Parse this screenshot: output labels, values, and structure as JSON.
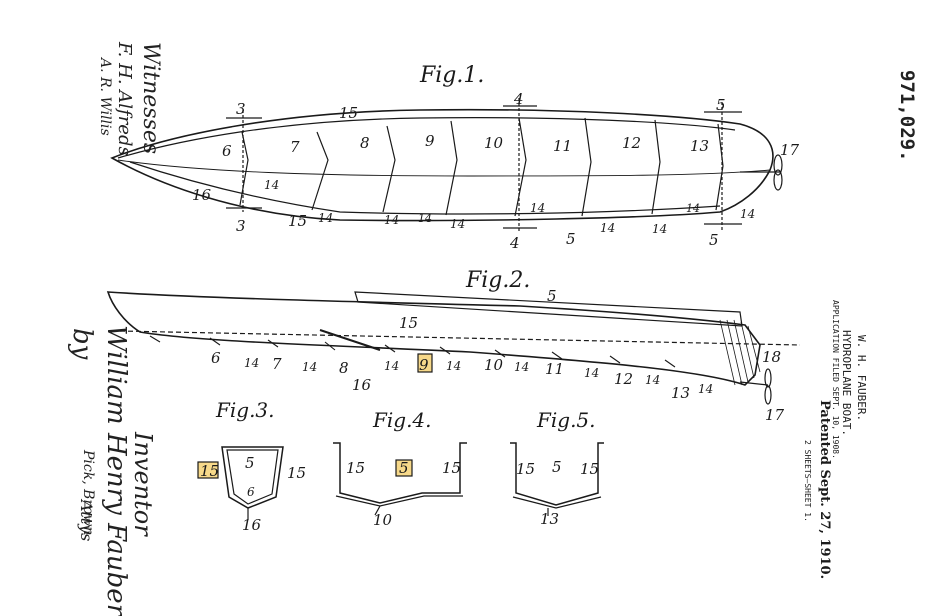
{
  "header": {
    "patent_number": "971,029.",
    "inventor_name": "W. H. FAUBER.",
    "title": "HYDROPLANE BOAT.",
    "application": "APPLICATION FILED SEPT. 10, 1908.",
    "patented": "Patented Sept. 27, 1910.",
    "sheets": "2 SHEETS—SHEET 1."
  },
  "signatures": {
    "witnesses_label": "Witnesses",
    "witness_1": "F. H. Alfreds",
    "witness_2": "A. R. Willis",
    "inventor_label": "Inventor",
    "inventor_signature": "William Henry Fauber",
    "by": "by",
    "attorney": "Pick, Brown",
    "attys": "Attys"
  },
  "fig1": {
    "title": "Fig.1.",
    "labels": [
      "3",
      "15",
      "4",
      "5",
      "17",
      "6",
      "7",
      "8",
      "9",
      "10",
      "11",
      "12",
      "13",
      "16",
      "14",
      "14",
      "3",
      "15",
      "14",
      "14",
      "14",
      "14",
      "4",
      "5",
      "14",
      "14",
      "5",
      "14",
      "14"
    ]
  },
  "fig2": {
    "title": "Fig.2.",
    "labels": [
      "5",
      "15",
      "6",
      "14",
      "7",
      "14",
      "8",
      "16",
      "14",
      "9",
      "14",
      "10",
      "14",
      "11",
      "14",
      "12",
      "14",
      "13",
      "14",
      "18",
      "17"
    ]
  },
  "fig3": {
    "title": "Fig.3.",
    "labels": [
      "15",
      "5",
      "15",
      "6",
      "16"
    ]
  },
  "fig4": {
    "title": "Fig.4.",
    "labels": [
      "15",
      "5",
      "15",
      "10"
    ]
  },
  "fig5": {
    "title": "Fig.5.",
    "labels": [
      "15",
      "5",
      "15",
      "13"
    ]
  },
  "colors": {
    "ink": "#1a1a1a",
    "highlight": "#f7d98a",
    "paper": "#ffffff"
  }
}
